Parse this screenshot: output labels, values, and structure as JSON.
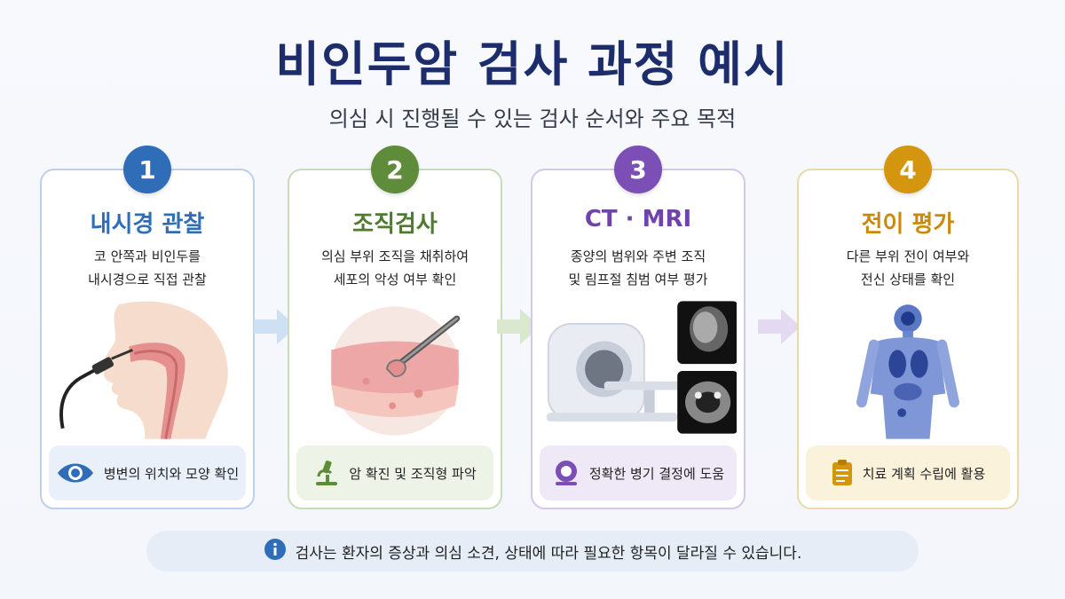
{
  "header": {
    "title": "비인두암 검사 과정 예시",
    "subtitle": "의심 시 진행될 수 있는 검사 순서와 주요 목적"
  },
  "steps": [
    {
      "number": "1",
      "title": "내시경 관찰",
      "desc_lines": [
        "코 안쪽과 비인두를",
        "내시경으로 직접 관찰"
      ],
      "footer": "병변의 위치와 모양 확인",
      "footer_icon": "eye-icon",
      "color": "#2f6db8"
    },
    {
      "number": "2",
      "title": "조직검사",
      "desc_lines": [
        "의심 부위 조직을 채취하여",
        "세포의 악성 여부 확인"
      ],
      "footer": "암 확진 및 조직형 파악",
      "footer_icon": "microscope-icon",
      "color": "#5e8c3a"
    },
    {
      "number": "3",
      "title": "CT · MRI",
      "desc_lines": [
        "종양의 범위와 주변 조직",
        "및 림프절 침범 여부 평가"
      ],
      "footer": "정확한 병기 결정에 도움",
      "footer_icon": "scanner-icon",
      "color": "#7b4fb5"
    },
    {
      "number": "4",
      "title": "전이 평가",
      "desc_lines": [
        "다른 부위 전이 여부와",
        "전신 상태를 확인"
      ],
      "footer": "치료 계획 수립에 활용",
      "footer_icon": "clipboard-icon",
      "color": "#d4960f"
    }
  ],
  "note": {
    "icon": "info-icon",
    "text": "검사는 환자의 증상과 의심 소견, 상태에 따라 필요한 항목이 달라질 수 있습니다."
  }
}
